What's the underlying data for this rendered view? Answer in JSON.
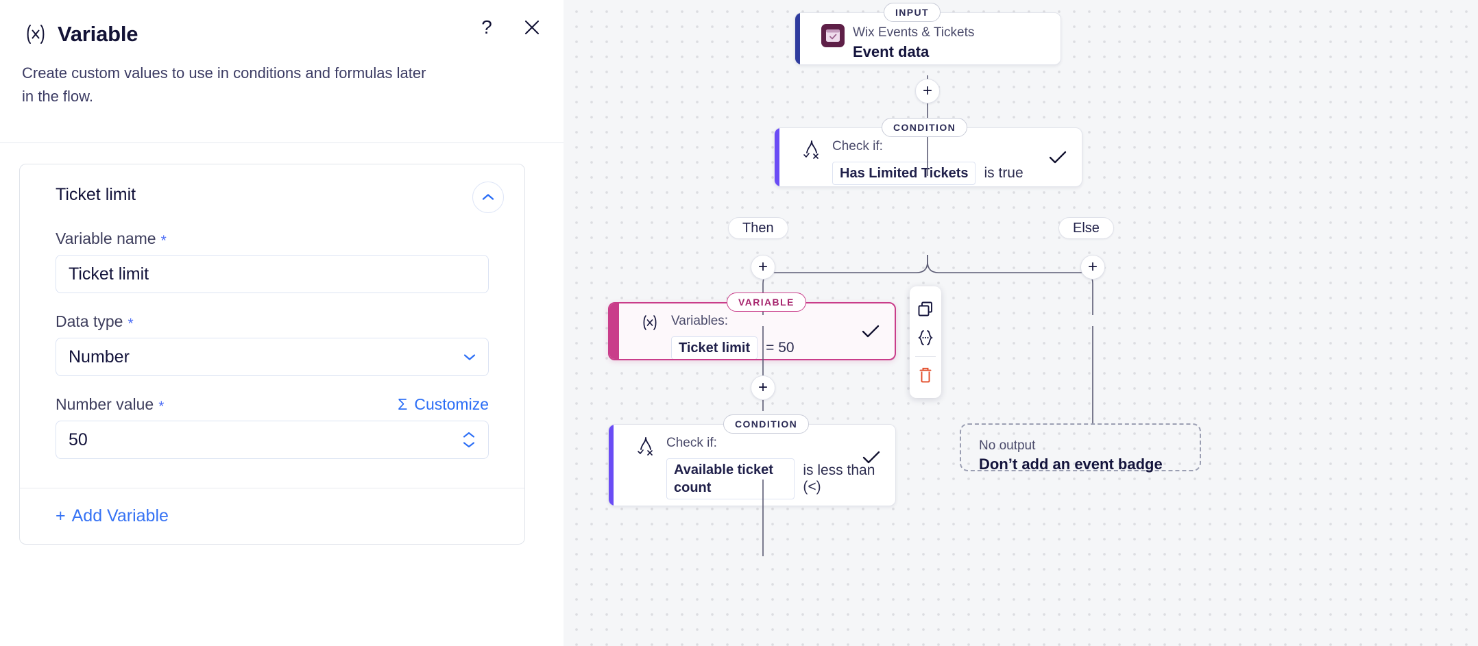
{
  "panel": {
    "icon": "variable-fx-icon",
    "title": "Variable",
    "help_label": "?",
    "close_label": "✕",
    "description": "Create custom values to use in conditions and formulas later in the flow.",
    "card": {
      "name": "Ticket limit",
      "collapse_icon": "chevron-up-icon",
      "fields": [
        {
          "label": "Variable name",
          "required_marker": "*",
          "value": "Ticket limit",
          "control": "text"
        },
        {
          "label": "Data type",
          "required_marker": "*",
          "value": "Number",
          "control": "select"
        },
        {
          "label": "Number value",
          "required_marker": "*",
          "value": "50",
          "control": "number",
          "action_icon": "sigma-icon",
          "action_label": "Customize"
        }
      ],
      "add_variable_label": "Add Variable",
      "add_variable_plus": "+"
    }
  },
  "canvas": {
    "nodes": [
      {
        "id": "input",
        "badge": "INPUT",
        "accent_color": "#2f3c9e",
        "icon": "wix-events-calendar-icon",
        "sub": "Wix Events & Tickets",
        "main": "Event data"
      },
      {
        "id": "condition-1",
        "badge": "CONDITION",
        "accent_color": "#6a4cf5",
        "icon": "condition-branch-icon",
        "sub": "Check if:",
        "token": "Has Limited Tickets",
        "token_suffix": "is true",
        "check": "✓"
      },
      {
        "id": "variable-1",
        "badge": "VARIABLE",
        "accent_color": "#c93d8a",
        "icon": "variable-fx-icon",
        "sub": "Variables:",
        "token": "Ticket limit",
        "token_suffix": "=  50",
        "check": "✓",
        "selected": true
      },
      {
        "id": "condition-2",
        "badge": "CONDITION",
        "accent_color": "#6a4cf5",
        "icon": "condition-branch-icon",
        "sub": "Check if:",
        "token": "Available ticket count",
        "token_suffix": "is less than (<)",
        "check": "✓"
      }
    ],
    "branch_labels": [
      {
        "id": "then",
        "label": "Then"
      },
      {
        "id": "else",
        "label": "Else"
      }
    ],
    "ghost_node": {
      "sub": "No output",
      "main": "Don’t add an event badge"
    },
    "plus_label": "+",
    "toolbar": {
      "duplicate_icon": "duplicate-icon",
      "code_icon": "curly-braces-icon",
      "delete_icon": "trash-icon",
      "delete_color": "#e24a26"
    }
  },
  "colors": {
    "accent_blue": "#2b6ef6",
    "input_border": "#dbe3f3",
    "canvas_bg": "#f5f6f8",
    "variable_pink": "#c93d8a",
    "condition_purple": "#6a4cf5",
    "input_navy": "#2f3c9e"
  }
}
